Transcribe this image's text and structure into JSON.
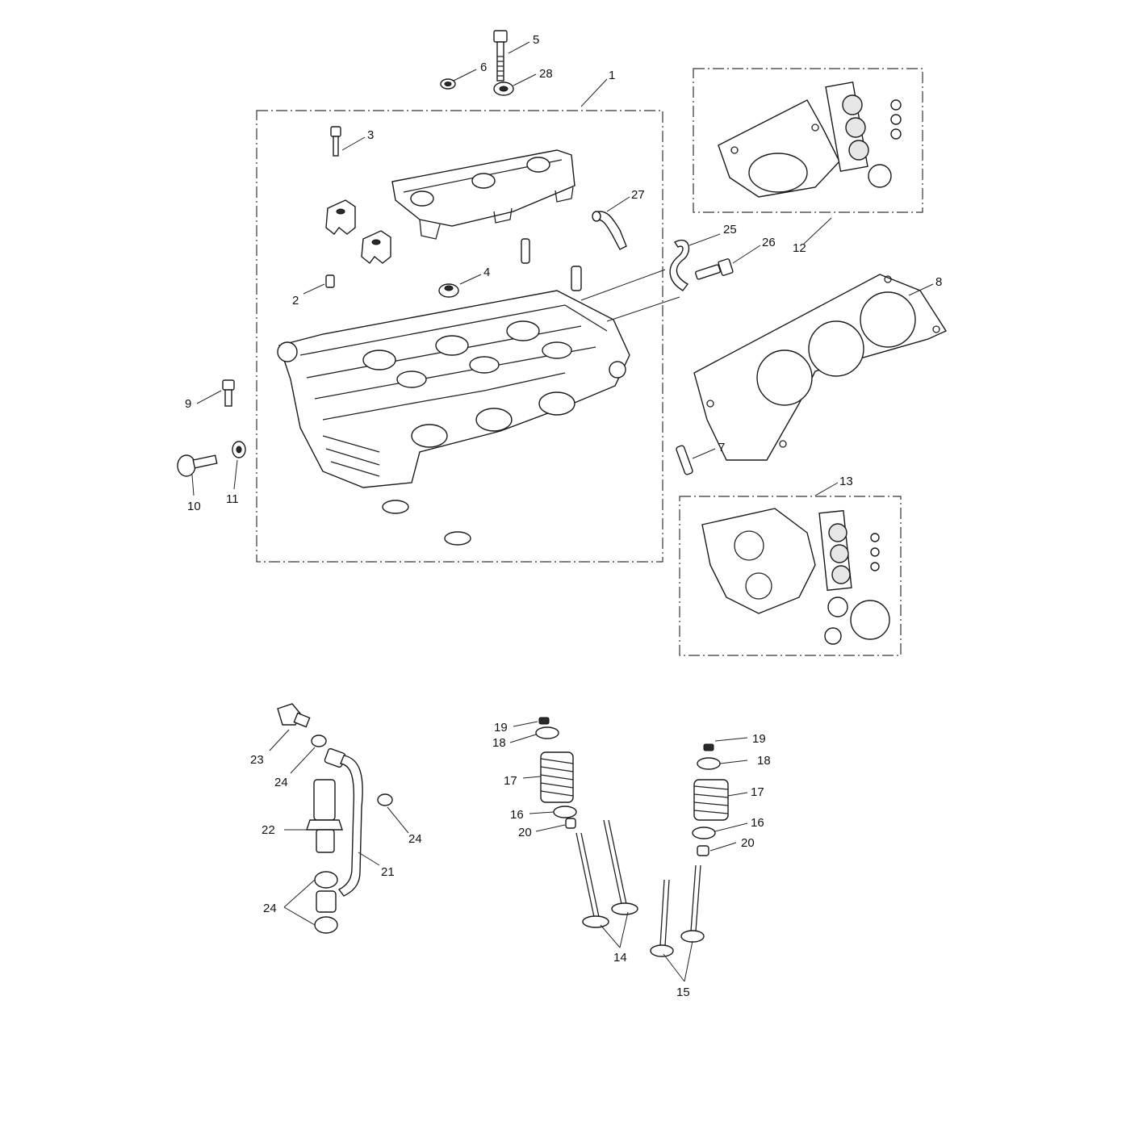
{
  "diagram": {
    "callouts": {
      "n1": "1",
      "n2": "2",
      "n3": "3",
      "n4": "4",
      "n5": "5",
      "n6": "6",
      "n7": "7",
      "n8": "8",
      "n9": "9",
      "n10": "10",
      "n11": "11",
      "n12": "12",
      "n13": "13",
      "n14": "14",
      "n15": "15",
      "n16": "16",
      "n17": "17",
      "n18": "18",
      "n19": "19",
      "n20": "20",
      "n21": "21",
      "n22": "22",
      "n23": "23",
      "n24": "24",
      "n25": "25",
      "n26": "26",
      "n27": "27",
      "n28": "28"
    }
  }
}
